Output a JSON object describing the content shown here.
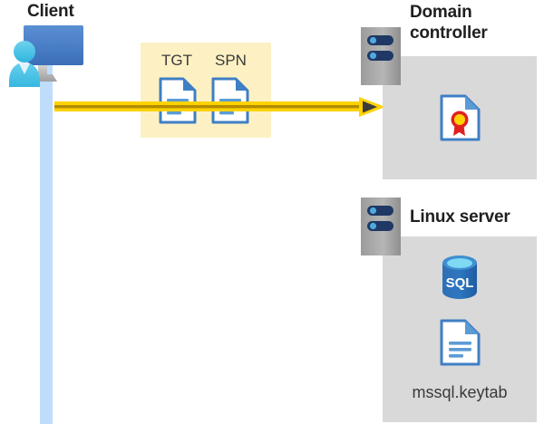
{
  "diagram": {
    "type": "kerberos-authentication-flow",
    "background": "#ffffff"
  },
  "client": {
    "title": "Client",
    "icon": "user-computer-icon",
    "lifeline_color": "#bfdcfb"
  },
  "token_band": {
    "background": "#fdf1c4",
    "items": [
      {
        "label": "TGT",
        "icon": "document-icon"
      },
      {
        "label": "SPN",
        "icon": "document-icon"
      }
    ]
  },
  "flow": {
    "arrow": "right-arrow-icon",
    "line_color": "#f2c800",
    "head_color": "#3c3c3c"
  },
  "domain_controller": {
    "title": "Domain\ncontroller",
    "rack_icon": "server-rack-icon",
    "panel_color": "#d9d9d9",
    "contents": [
      {
        "icon": "certificate-document-icon",
        "label": ""
      }
    ]
  },
  "linux_server": {
    "title": "Linux server",
    "rack_icon": "server-rack-icon",
    "panel_color": "#d9d9d9",
    "contents": [
      {
        "icon": "sql-database-icon",
        "label": "SQL"
      },
      {
        "icon": "document-icon",
        "label": "mssql.keytab"
      }
    ]
  }
}
